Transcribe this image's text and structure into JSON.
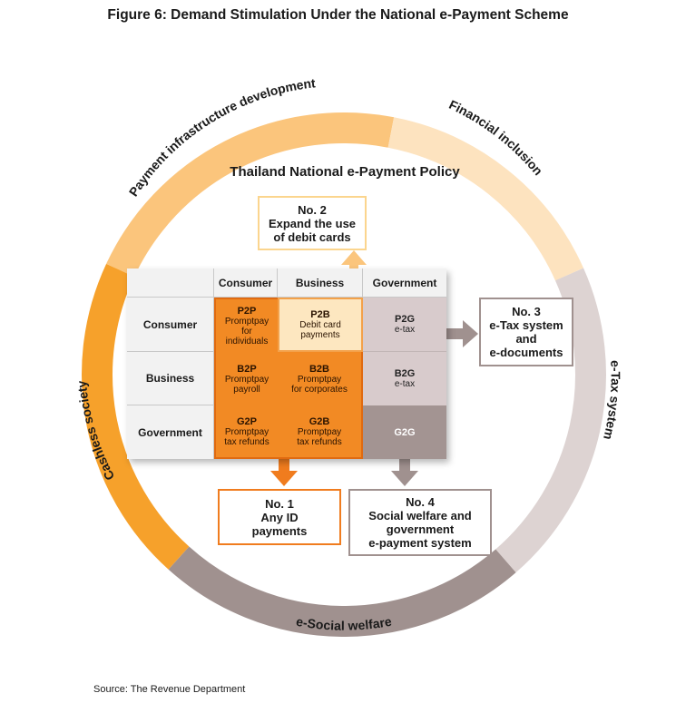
{
  "figure_title": "Figure 6: Demand Stimulation Under the National e-Payment Scheme",
  "policy_title": "Thailand National e-Payment Policy",
  "ring_segments": [
    {
      "label": "Payment infrastructure development",
      "color": "#fbc57c"
    },
    {
      "label": "Financial inclusion",
      "color": "#fde3bf"
    },
    {
      "label": "e-Tax system",
      "color": "#ddd3d2"
    },
    {
      "label": "e-Social  welfare",
      "color": "#a0918f"
    },
    {
      "label": "Cashless society",
      "color": "#f6a12b"
    }
  ],
  "matrix": {
    "col_headers": [
      "Consumer",
      "Business",
      "Government"
    ],
    "row_headers": [
      "Consumer",
      "Business",
      "Government"
    ],
    "cells": {
      "p2p": {
        "code": "P2P",
        "lines": [
          "Promptpay",
          "for",
          "individuals"
        ]
      },
      "p2b": {
        "code": "P2B",
        "lines": [
          "Debit card",
          "payments"
        ]
      },
      "p2g": {
        "code": "P2G",
        "lines": [
          "e-tax"
        ]
      },
      "b2p": {
        "code": "B2P",
        "lines": [
          "Promptpay",
          "payroll"
        ]
      },
      "b2b": {
        "code": "B2B",
        "lines": [
          "Promptpay",
          "for corporates"
        ]
      },
      "b2g": {
        "code": "B2G",
        "lines": [
          "e-tax"
        ]
      },
      "g2p": {
        "code": "G2P",
        "lines": [
          "Promptpay",
          "tax refunds"
        ]
      },
      "g2b": {
        "code": "G2B",
        "lines": [
          "Promptpay",
          "tax refunds"
        ]
      },
      "g2g": {
        "code": "G2G",
        "lines": []
      }
    }
  },
  "callouts": {
    "no1": {
      "lines": [
        "No. 1",
        "Any ID",
        "payments"
      ],
      "border": "#f07c1e"
    },
    "no2": {
      "lines": [
        "No. 2",
        "Expand the use",
        "of debit cards"
      ],
      "border": "#fbd58e"
    },
    "no3": {
      "lines": [
        "No. 3",
        "e-Tax system",
        "and",
        "e-documents"
      ],
      "border": "#a0918f"
    },
    "no4": {
      "lines": [
        "No. 4",
        "Social welfare and",
        "government",
        "e-payment system"
      ],
      "border": "#a0918f"
    }
  },
  "source": "Source: The Revenue Department"
}
